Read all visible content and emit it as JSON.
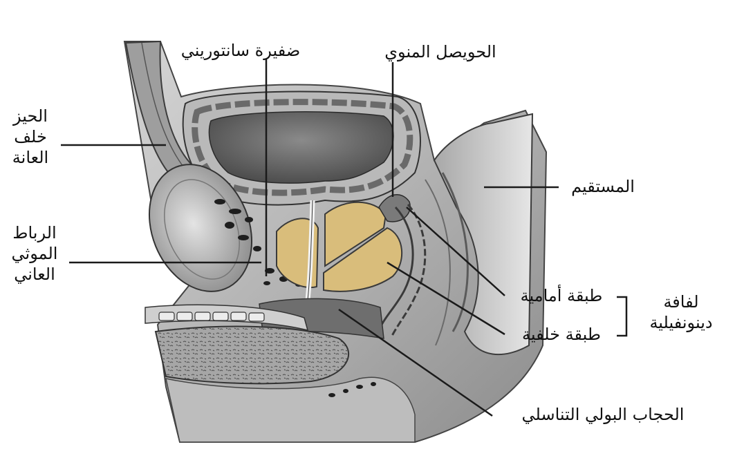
{
  "colors": {
    "background": "#ffffff",
    "tissue_light": "#cfcfcf",
    "tissue_mid": "#9a9a9a",
    "tissue_dark": "#5e5e5e",
    "prostate": "#d9bd7b",
    "leader_line": "#1a1a1a"
  },
  "labels": {
    "santorini_plexus": "ضفيرة سانتوريني",
    "seminal_vesicle": "الحويصل المنوي",
    "retropubic_space": [
      "الحيز",
      "خلف",
      "العانة"
    ],
    "rectum": "المستقيم",
    "puboprostatic_ligament": [
      "الرباط",
      "الموثي",
      "العاني"
    ],
    "anterior_layer": "طبقة أمامية",
    "posterior_layer": "طبقة خلفية",
    "denonvilliers_fascia": [
      "لفافة",
      "دينونفيلية"
    ],
    "urogenital_diaphragm": "الحجاب البولي التناسلي"
  }
}
